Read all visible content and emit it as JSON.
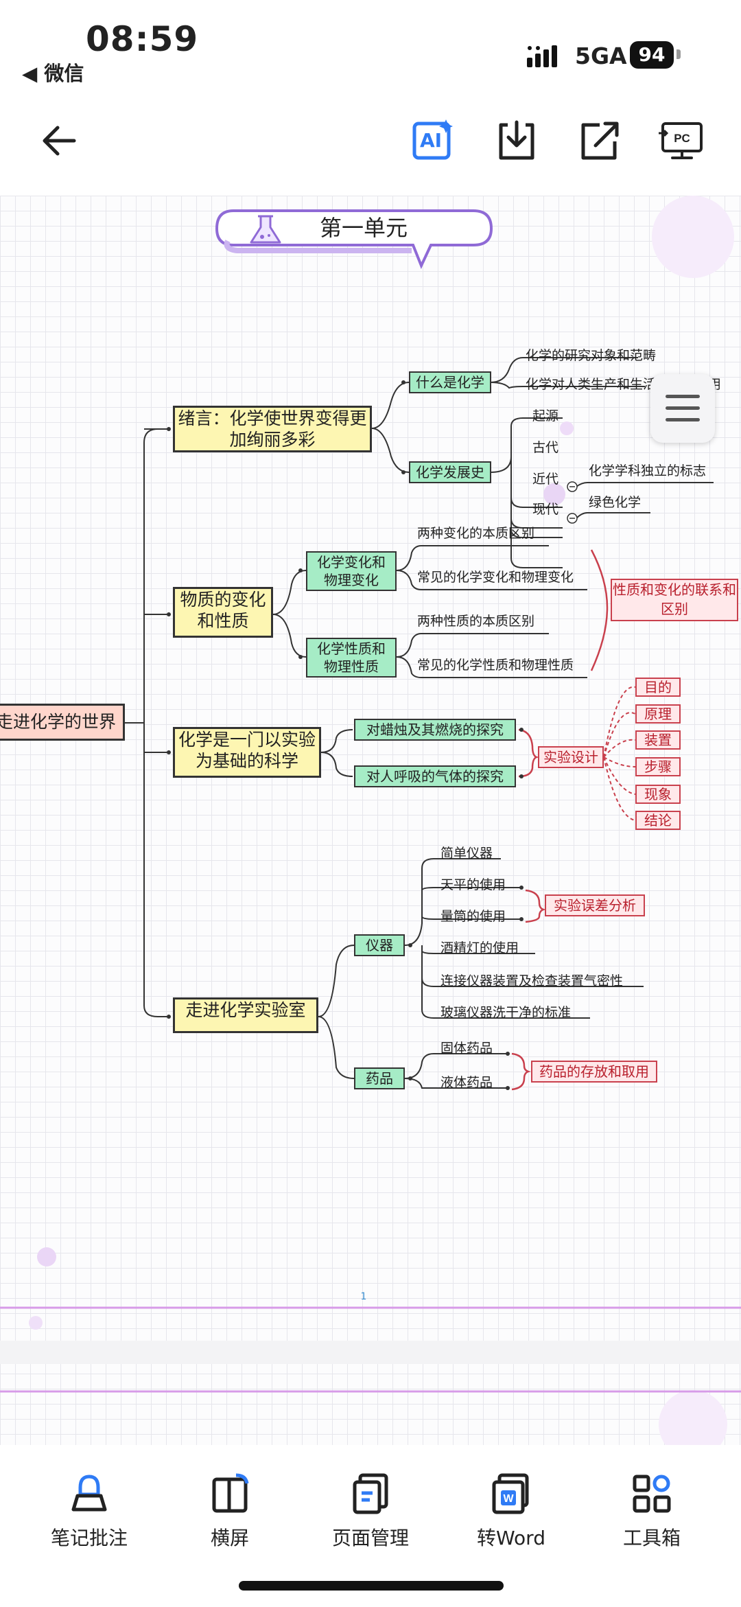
{
  "status_bar": {
    "time": "08:59",
    "back_app": "◀ 微信",
    "network": "5GA",
    "battery": "94"
  },
  "toolbar": {
    "ai_label": "AI"
  },
  "mindmap": {
    "title": "第一单元",
    "root": "走进化学的世界",
    "b1": {
      "label": "绪言：化学使世界变得更加绚丽多彩",
      "s1": {
        "label": "什么是化学",
        "leaves": [
          "化学的研究对象和范畴",
          "化学对人类生产和生活的重要作用"
        ]
      },
      "s2": {
        "label": "化学发展史",
        "leaves": [
          "起源",
          "古代",
          "近代",
          "现代"
        ],
        "near": "化学学科独立的标志",
        "modern": "绿色化学"
      }
    },
    "b2": {
      "label": "物质的变化和性质",
      "s1": {
        "label": "化学变化和物理变化",
        "leaves": [
          "两种变化的本质区别",
          "常见的化学变化和物理变化"
        ]
      },
      "s2": {
        "label": "化学性质和物理性质",
        "leaves": [
          "两种性质的本质区别",
          "常见的化学性质和物理性质"
        ]
      },
      "summary": "性质和变化的联系和区别"
    },
    "b3": {
      "label": "化学是一门以实验为基础的科学",
      "s1": "对蜡烛及其燃烧的探究",
      "s2": "对人呼吸的气体的探究",
      "design": "实验设计",
      "steps": [
        "目的",
        "原理",
        "装置",
        "步骤",
        "现象",
        "结论"
      ]
    },
    "b4": {
      "label": "走进化学实验室",
      "instruments": {
        "label": "仪器",
        "leaves": [
          "简单仪器",
          "天平的使用",
          "量筒的使用",
          "酒精灯的使用",
          "连接仪器装置及检查装置气密性",
          "玻璃仪器洗干净的标准"
        ],
        "error": "实验误差分析"
      },
      "drugs": {
        "label": "药品",
        "leaves": [
          "固体药品",
          "液体药品"
        ],
        "storage": "药品的存放和取用"
      }
    },
    "page_number": "1"
  },
  "bottom_nav": [
    "笔记批注",
    "横屏",
    "页面管理",
    "转Word",
    "工具箱"
  ],
  "colors": {
    "yellow_node": "#fdf6b2",
    "green_node": "#a6ecc6",
    "red_node": "#ffe8ea",
    "accent_blue": "#2f7bf5",
    "page_line": "#d79be8"
  }
}
